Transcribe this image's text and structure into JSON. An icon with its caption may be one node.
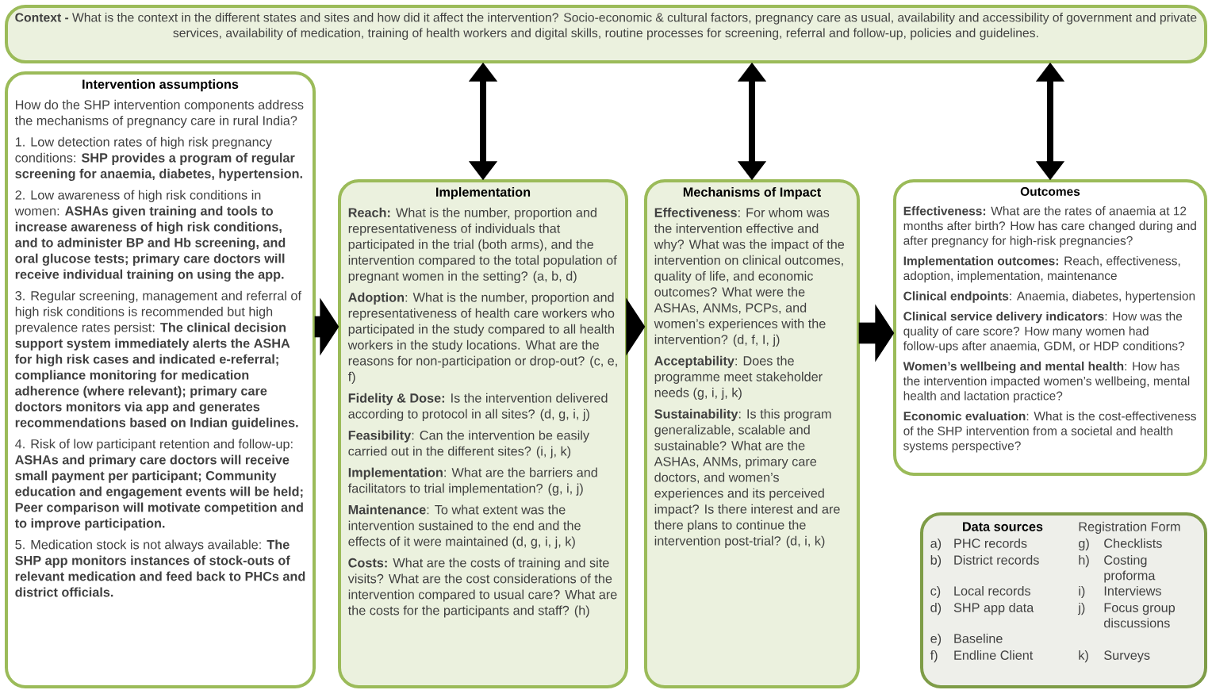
{
  "diagram": {
    "nodes": [
      {
        "text": [
          "**Context -** What is the context in the different states and sites and how did it affect the intervention? Socio-economic & cultural factors, pregnancy care as usual, availability and accessibility of government and private services, availability of medication, training of health workers and digital skills, routine processes for screening, referral and follow-up, policies and guidelines."
        ]
      },
      {
        "text": [
          "Intervention assumptions",
          "How do the SHP intervention components address the mechanisms of pregnancy care in rural India?",
          "1. Low detection rates of high risk pregnancy conditions: **SHP provides a program of regular screening for anaemia, diabetes, hypertension.**",
          "2. Low awareness of high risk conditions in women: **ASHAs given training and tools to increase awareness of high risk conditions, and to administer BP and Hb screening, and oral glucose tests; primary care doctors will receive individual training on using the app.**",
          "3. Regular screening, management and referral of high risk conditions is recommended but high prevalence rates persist: **The clinical decision support system immediately alerts the ASHA for high risk cases and indicated e-referral; compliance monitoring for medication adherence (where relevant); primary care doctors monitors via app and generates recommendations based on Indian guidelines.**",
          "4. Risk of low participant retention and follow-up: **ASHAs and primary care doctors will receive small payment per participant; Community education and engagement events will be held; Peer comparison will motivate competition and to improve participation.**",
          "5. Medication stock is not always available: **The SHP app monitors instances of stock-outs of relevant medication and feed back to PHCs and district officials.**"
        ]
      },
      {
        "text": [
          "Implementation",
          "**Reach:** What is the number, proportion and representativeness of individuals that participated in the trial (both arms), and the intervention compared to the total population of pregnant women in the setting? (a, b, d)",
          "**Adoption**: What is the number, proportion and representativeness of health care workers who participated in the study compared to all health workers in the study locations. What are the reasons for non-participation or drop-out? (c, e, f)",
          "**Fidelity & Dose:** Is the intervention delivered according to protocol in all sites? (d, g, i, j)",
          "**Feasibility**: Can the intervention be easily carried out in the different sites? (i, j, k)",
          "**Implementation**: What are the barriers and facilitators to trial implementation? (g, i, j)",
          "**Maintenance**: To what extent was the intervention sustained to the end and the effects of it were maintained (d, g, i, j, k)",
          "**Costs:** What are the costs of training and site visits? What are the cost considerations of the intervention compared to usual care? What are the costs for the participants and staff? (h)"
        ]
      },
      {
        "text": [
          "Mechanisms of Impact",
          "**Effectiveness**: For whom was the intervention effective and why? What was the impact of the intervention on clinical outcomes, quality of life, and economic outcomes? What were the ASHAs, ANMs, PCPs, and women’s experiences with the intervention? (d, f, I, j)",
          "**Acceptability**: Does the programme meet stakeholder needs (g, i, j, k)",
          "**Sustainability**: Is this program generalizable, scalable and sustainable? What are the ASHAs, ANMs, primary care doctors, and women’s experiences and its perceived impact? Is there interest and are there plans to continue the intervention post-trial? (d, i, k)"
        ]
      },
      {
        "text": [
          "Outcomes",
          "**Effectiveness:** What are the rates of anaemia at 12 months after birth? How has care changed during and after pregnancy for high-risk pregnancies?",
          "**Implementation outcomes:** Reach, effectiveness, adoption, implementation, maintenance",
          "**Clinical endpoints**: Anaemia, diabetes, hypertension",
          "**Clinical service delivery indicators**: How was the quality of care score? How many women had follow-ups after anaemia, GDM, or HDP conditions?",
          "**Women’s wellbeing and mental health**: How has the intervention impacted women’s wellbeing, mental health and lactation practice?",
          "**Economic evaluation**: What is the cost-effectiveness of the SHP intervention from a societal and health systems perspective?"
        ]
      },
      {
        "text": [
          "Data sources",
          "Registration Form",
          "a)",
          "PHC records",
          "g)",
          "Checklists",
          "b)",
          "District records",
          "h)",
          "Costing proforma",
          "c)",
          "Local records",
          "i)",
          "Interviews",
          "d)",
          "SHP app data",
          "j)",
          "Focus group discussions",
          "e)",
          "Baseline",
          "f)",
          "Endline Client",
          "k)",
          "Surveys"
        ]
      }
    ],
    "edges": [
      {
        "from": 0,
        "to": 2,
        "arrow": "both"
      },
      {
        "from": 0,
        "to": 3,
        "arrow": "both"
      },
      {
        "from": 0,
        "to": 4,
        "arrow": "both"
      },
      {
        "from": 1,
        "to": 2,
        "arrow": "to",
        "style": "thick"
      },
      {
        "from": 2,
        "to": 3,
        "arrow": "to",
        "style": "thick"
      },
      {
        "from": 3,
        "to": 4,
        "arrow": "to",
        "style": "thick"
      }
    ]
  }
}
